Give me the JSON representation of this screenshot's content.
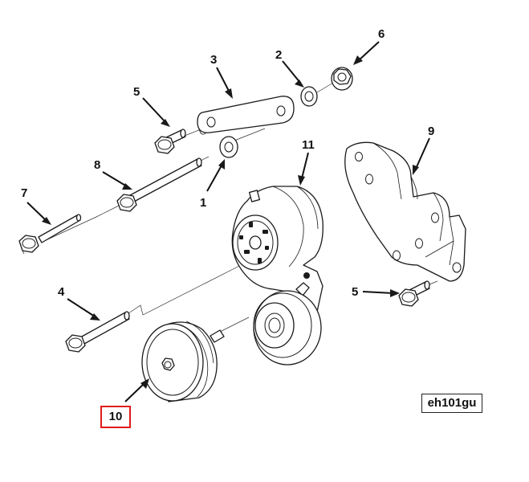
{
  "diagram": {
    "reference_code": "eh101gu",
    "highlighted_callout": "10",
    "callouts": {
      "c1": "1",
      "c2": "2",
      "c3": "3",
      "c4": "4",
      "c5a": "5",
      "c5b": "5",
      "c6": "6",
      "c7": "7",
      "c8": "8",
      "c9": "9",
      "c10": "10",
      "c11": "11"
    },
    "parts": [
      "washer",
      "washer",
      "link",
      "bolt",
      "bolt",
      "flange-nut",
      "bolt",
      "bolt",
      "bracket",
      "idler-pulley",
      "belt-tensioner"
    ],
    "highlight_color": "#e01b1b"
  }
}
